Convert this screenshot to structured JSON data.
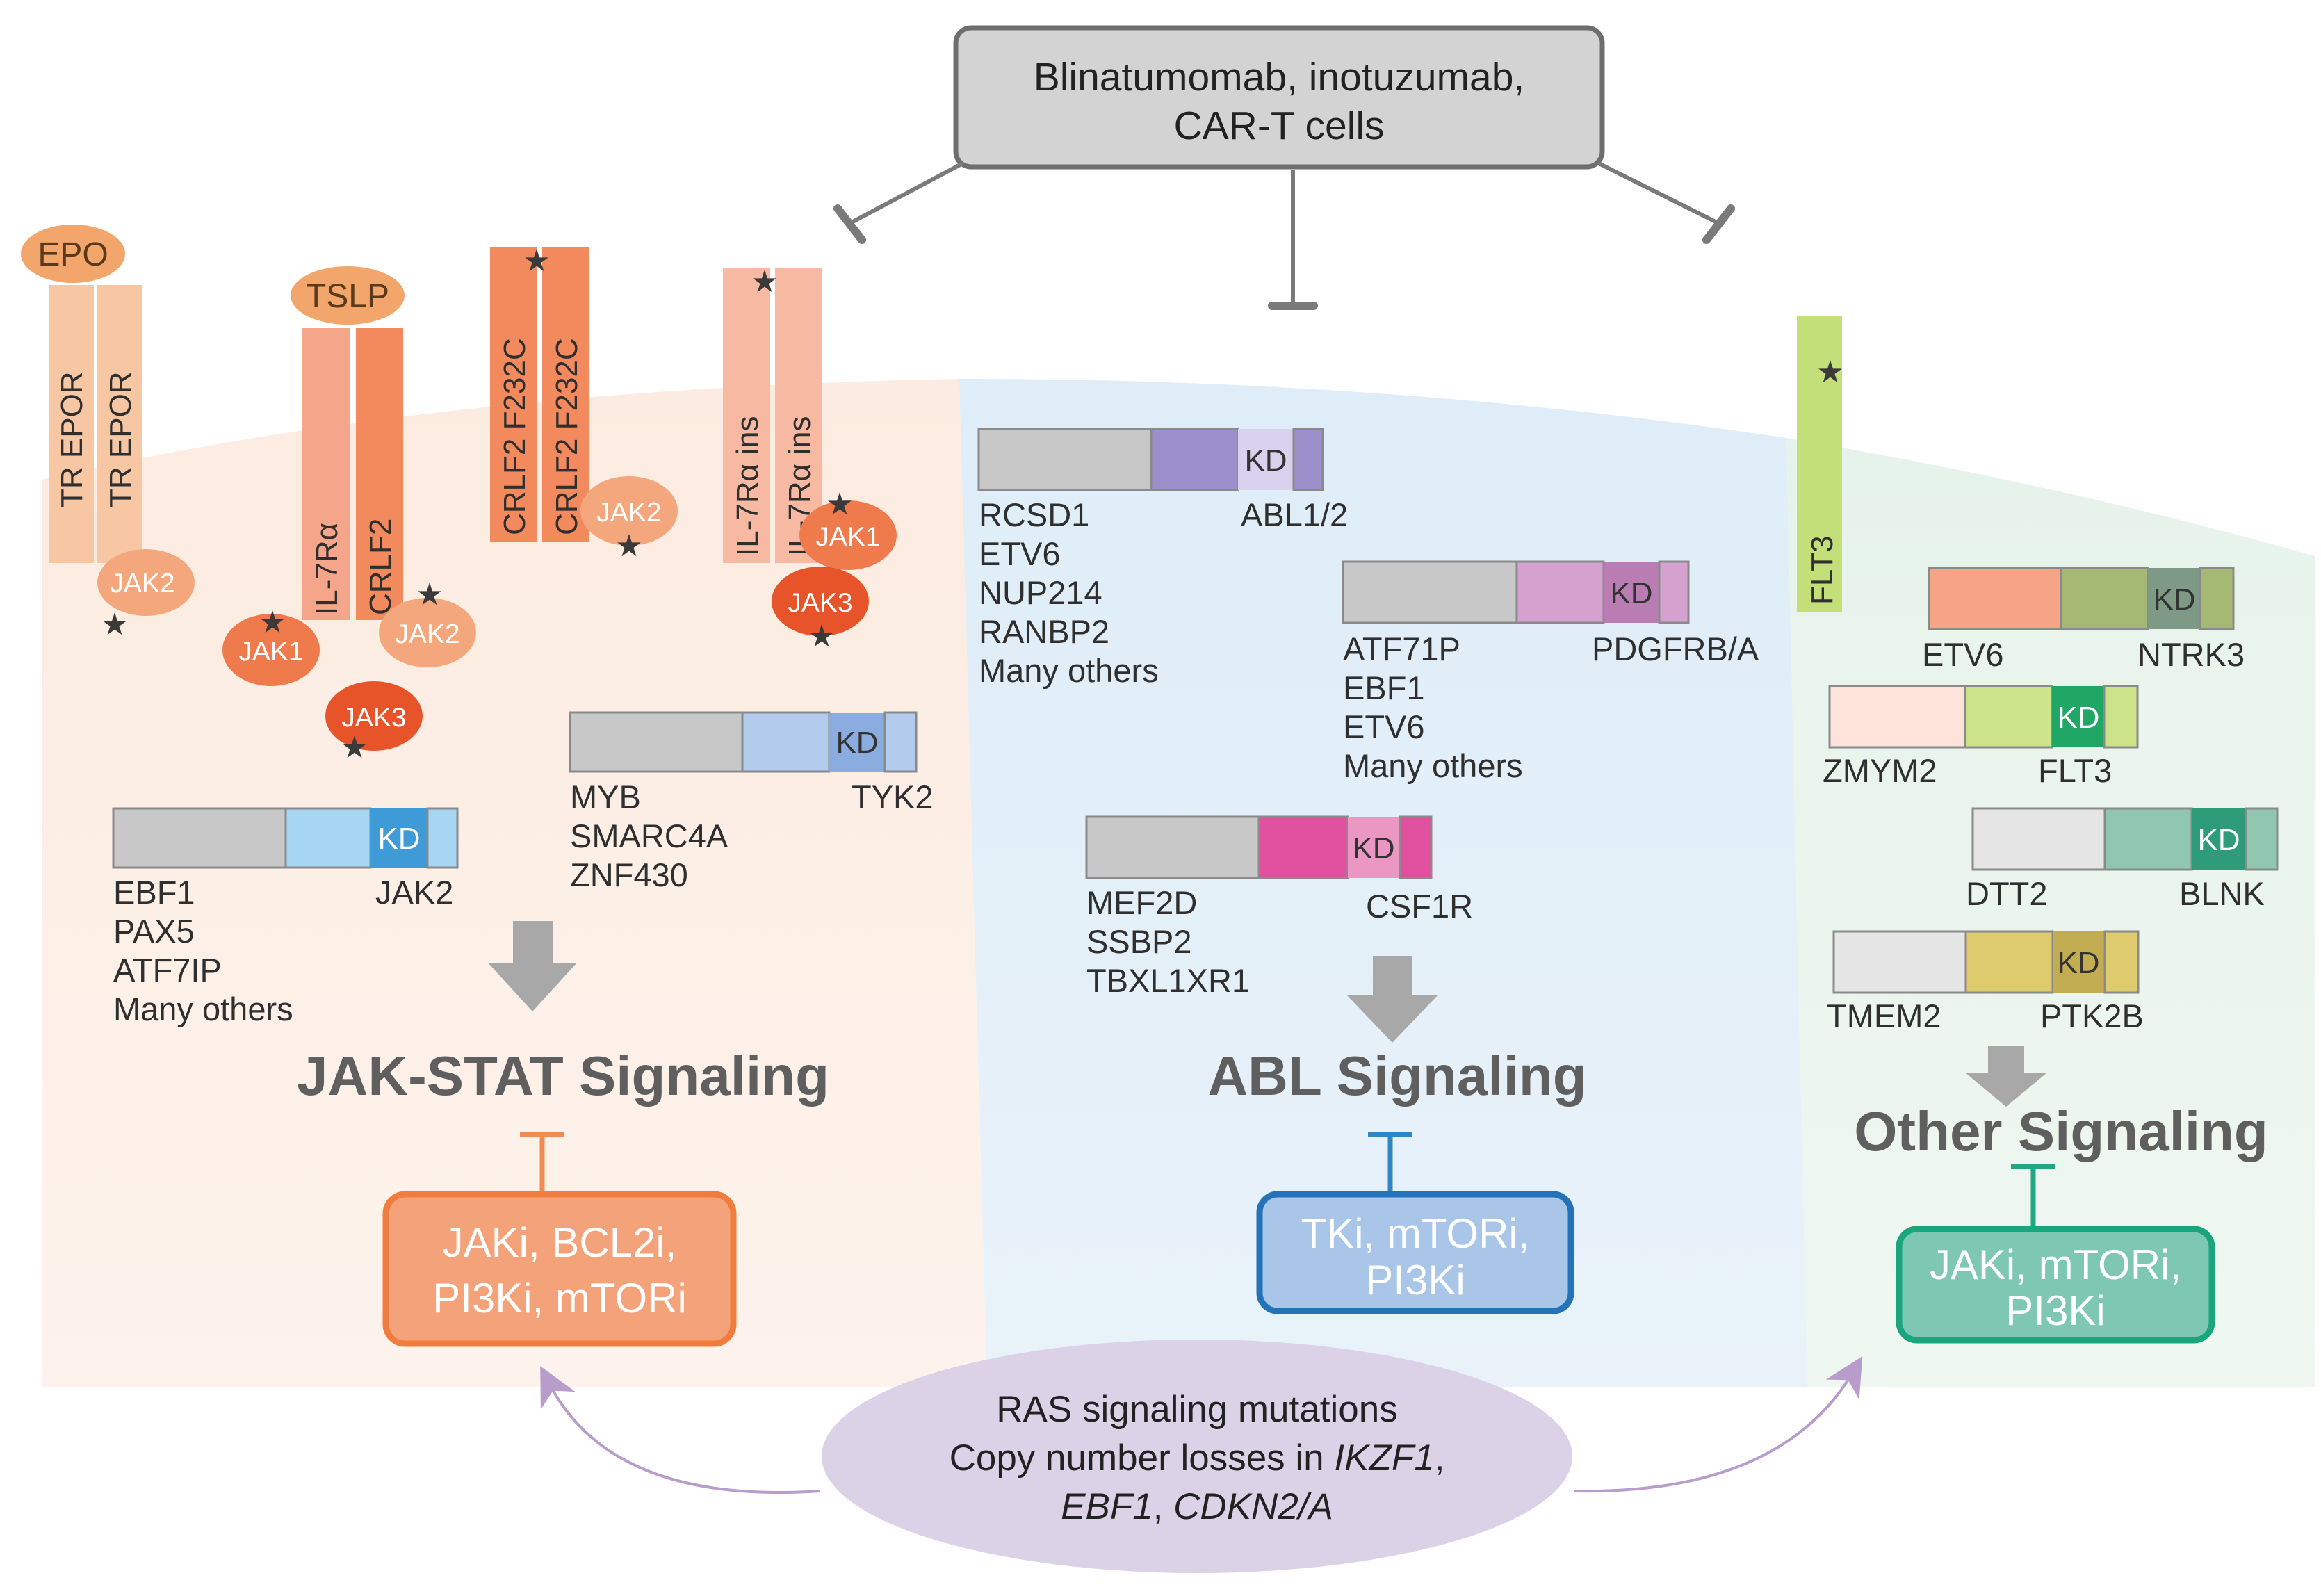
{
  "colors": {
    "jak_panel": "#fbe9dc",
    "abl_panel": "#e3eff8",
    "other_panel": "#e9f4ec",
    "kinase_gray": "#c8c8c8",
    "star": "#3a3a3a"
  },
  "therapy_box": {
    "line1": "Blinatumomab, inotuzumab,",
    "line2": "CAR-T cells"
  },
  "receptors": {
    "epo": {
      "ligand": "EPO",
      "chain_a": "TR EPOR",
      "chain_b": "TR EPOR",
      "jak": "JAK2"
    },
    "tslp": {
      "ligand": "TSLP",
      "chain_a": "IL-7Rα",
      "chain_b": "CRLF2",
      "jak_a": "JAK1",
      "jak_b": "JAK2",
      "jak_c": "JAK3"
    },
    "crlf2": {
      "chain_a": "CRLF2 F232C",
      "chain_b": "CRLF2 F232C",
      "jak": "JAK2"
    },
    "il7r": {
      "chain_a": "IL-7Rα ins",
      "chain_b": "IL-7Rα ins",
      "jak_a": "JAK1",
      "jak_b": "JAK3"
    },
    "flt3": {
      "chain": "FLT3"
    }
  },
  "fusions": {
    "jak2": {
      "kd": "KD",
      "partners": [
        "EBF1",
        "PAX5",
        "ATF7IP",
        "Many others"
      ],
      "kinase": "JAK2"
    },
    "tyk2": {
      "kd": "KD",
      "partners": [
        "MYB",
        "SMARC4A",
        "ZNF430"
      ],
      "kinase": "TYK2"
    },
    "abl": {
      "kd": "KD",
      "partners": [
        "RCSD1",
        "ETV6",
        "NUP214",
        "RANBP2",
        "Many others"
      ],
      "kinase": "ABL1/2"
    },
    "pdgfrb": {
      "kd": "KD",
      "partners": [
        "ATF71P",
        "EBF1",
        "ETV6",
        "Many others"
      ],
      "kinase": "PDGFRB/A"
    },
    "csf1r": {
      "kd": "KD",
      "partners": [
        "MEF2D",
        "SSBP2",
        "TBXL1XR1"
      ],
      "kinase": "CSF1R"
    },
    "ntrk3": {
      "kd": "KD",
      "partner": "ETV6",
      "kinase": "NTRK3"
    },
    "flt3": {
      "kd": "KD",
      "partner": "ZMYM2",
      "kinase": "FLT3"
    },
    "blnk": {
      "kd": "KD",
      "partner": "DTT2",
      "kinase": "BLNK"
    },
    "ptk2b": {
      "kd": "KD",
      "partner": "TMEM2",
      "kinase": "PTK2B"
    }
  },
  "pathways": {
    "jak_stat": {
      "title": "JAK-STAT Signaling",
      "drugs_line1": "JAKi, BCL2i,",
      "drugs_line2": "PI3Ki, mTORi"
    },
    "abl": {
      "title": "ABL Signaling",
      "drugs_line1": "TKi, mTORi,",
      "drugs_line2": "PI3Ki"
    },
    "other": {
      "title": "Other Signaling",
      "drugs_line1": "JAKi, mTORi,",
      "drugs_line2": "PI3Ki"
    }
  },
  "ras": {
    "line1": "RAS signaling mutations",
    "line2_prefix": "Copy number losses in ",
    "line2_gene": "IKZF1",
    "line2_suffix": ",",
    "line3_gene_a": "EBF1",
    "line3_sep": ", ",
    "line3_gene_b": "CDKN2/A"
  }
}
